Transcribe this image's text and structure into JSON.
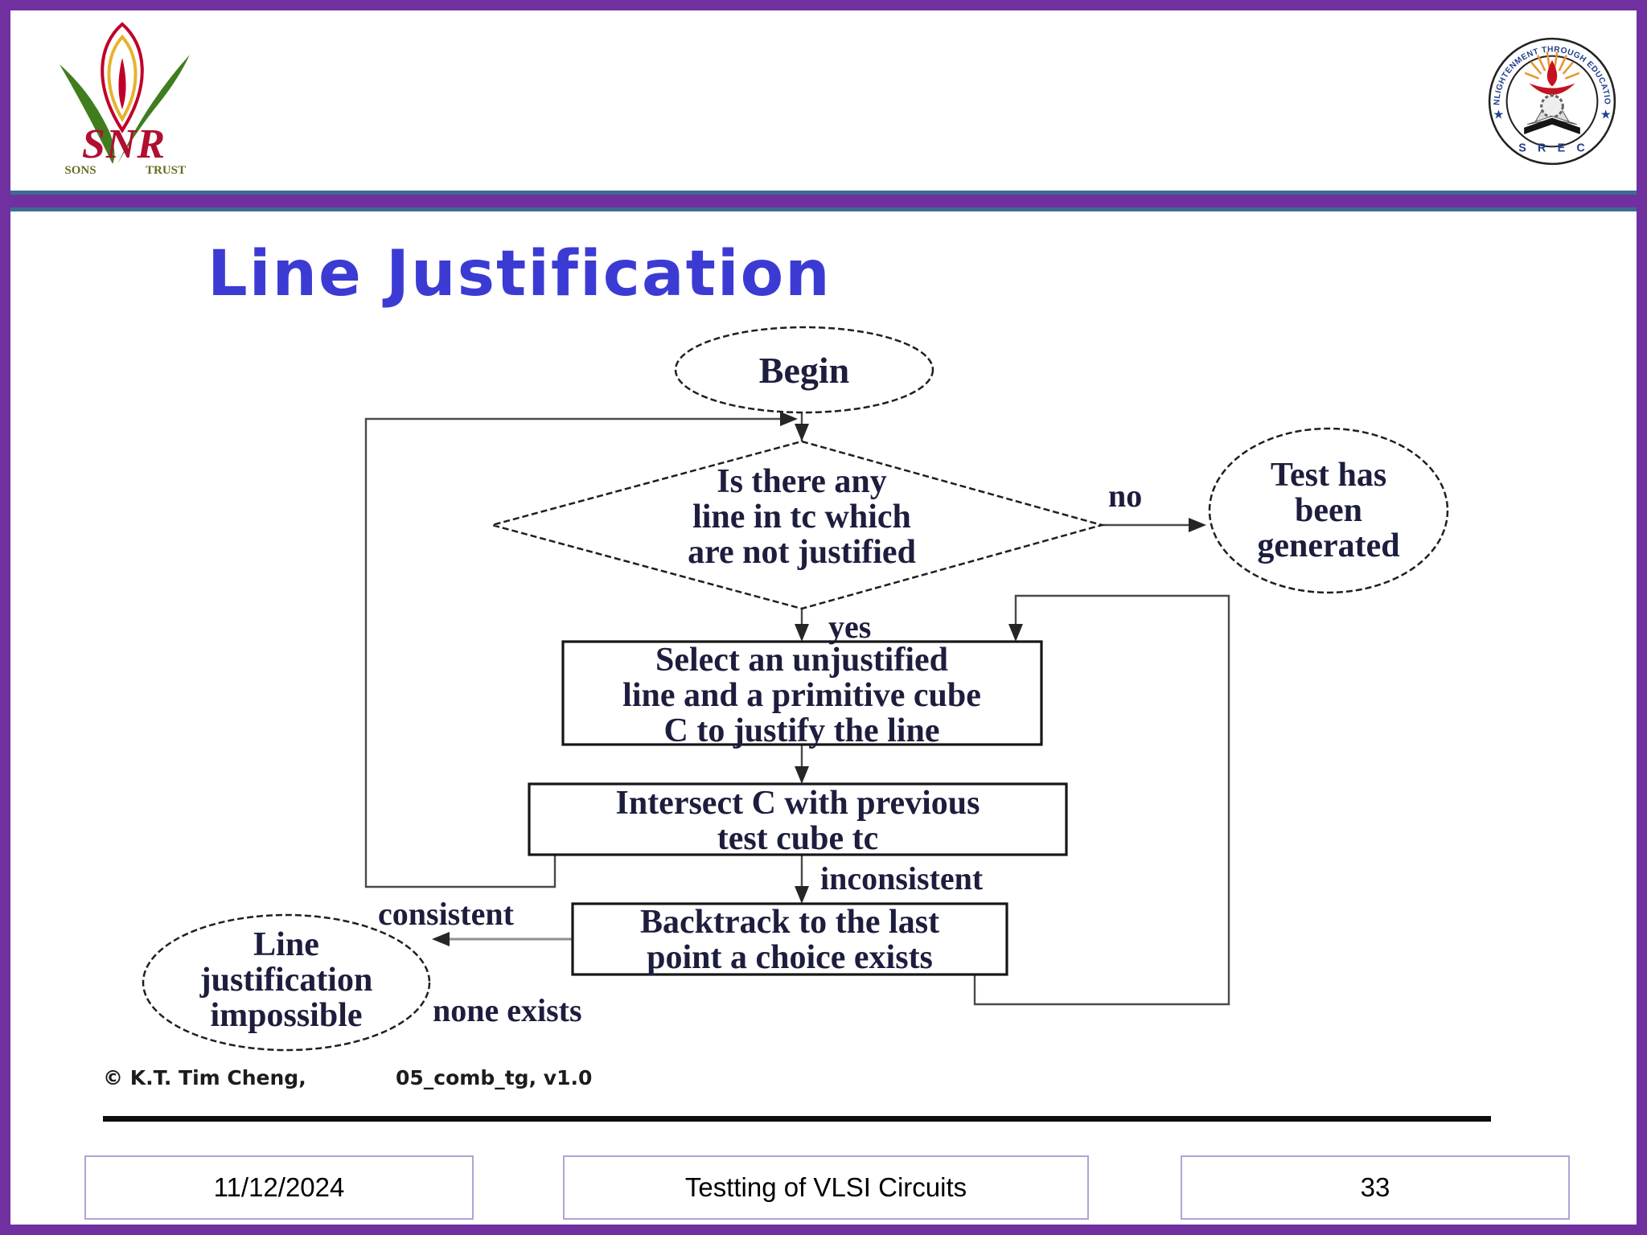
{
  "title": "Line Justification",
  "colors": {
    "border": "#7030a0",
    "divider": "#3e6b94",
    "title_text": "#3b3bd4",
    "flow_text": "#1d1d3e",
    "snr_red": "#b01030",
    "srec_blue": "#24408e"
  },
  "header": {
    "snr_logo": {
      "name": "SNR",
      "sons": "SONS",
      "trust": "TRUST"
    },
    "srec_logo": {
      "motto": "ENLIGHTENMENT THROUGH EDUCATION",
      "abbr": "S R E C"
    }
  },
  "flowchart": {
    "begin": "Begin",
    "decision": [
      "Is there any",
      "line in tc which",
      "are not justified"
    ],
    "no": "no",
    "yes": "yes",
    "test_generated": [
      "Test has",
      "been",
      "generated"
    ],
    "select": [
      "Select an unjustified",
      "line and a primitive cube",
      "C to justify the line"
    ],
    "intersect": [
      "Intersect C with previous",
      "test cube tc"
    ],
    "inconsistent": "inconsistent",
    "consistent": "consistent",
    "backtrack": [
      "Backtrack to the last",
      "point a choice exists"
    ],
    "none_exists": "none exists",
    "impossible": [
      "Line",
      "justification",
      "impossible"
    ]
  },
  "footer": {
    "credit": "© K.T. Tim Cheng,",
    "file_version": "05_comb_tg, v1.0"
  },
  "bottom_bar": {
    "date": "11/12/2024",
    "course": "Testting of VLSI Circuits",
    "page": "33"
  }
}
